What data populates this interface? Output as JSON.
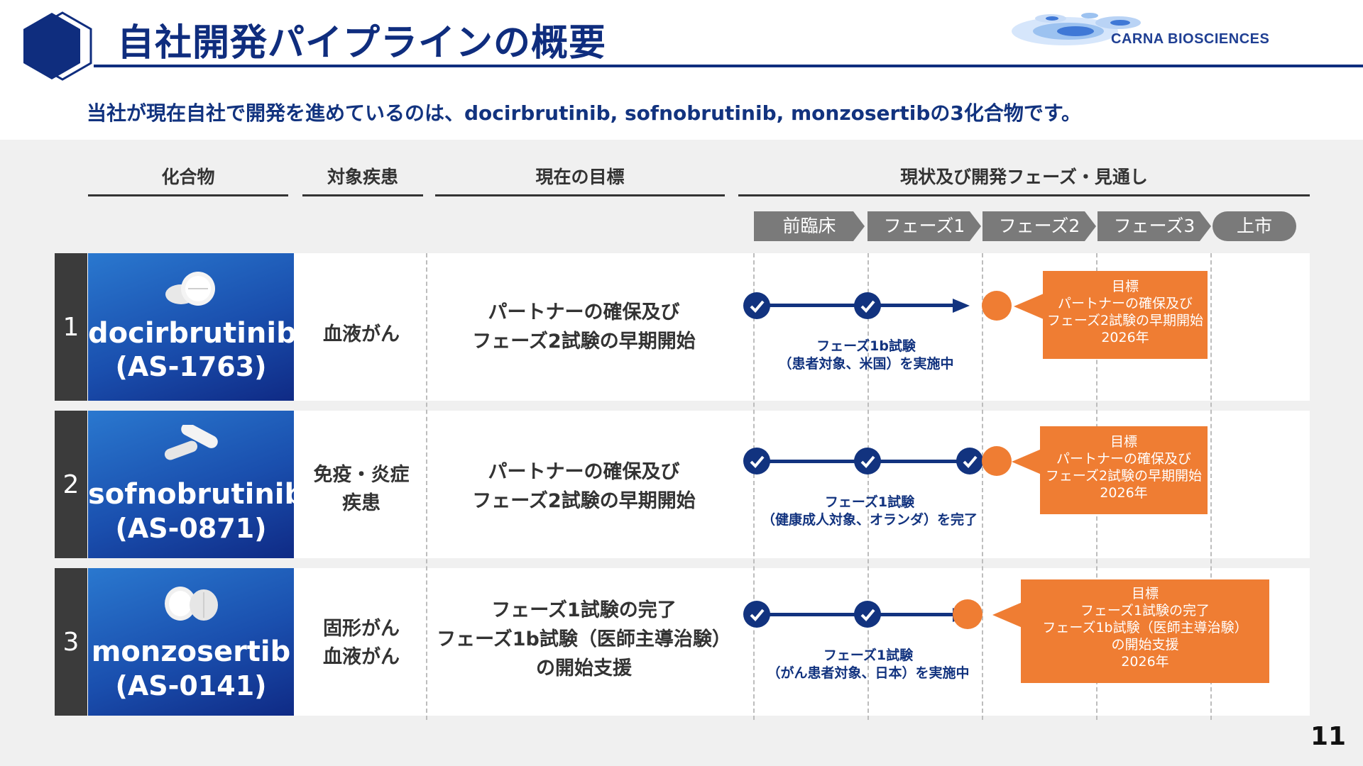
{
  "header": {
    "title": "自社開発パイプラインの概要",
    "brand": "CARNA BIOSCIENCES",
    "subtitle": "当社が現在自社で開発を進めているのは、docirbrutinib, sofnobrutinib, monzosertibの3化合物です。"
  },
  "columns": {
    "compound": "化合物",
    "disease": "対象疾患",
    "target": "現在の目標",
    "status": "現状及び開発フェーズ・見通し"
  },
  "phases": [
    "前臨床",
    "フェーズ1",
    "フェーズ2",
    "フェーズ3",
    "上市"
  ],
  "rows": [
    {
      "number": "1",
      "name": "docirbrutinib",
      "code": "(AS-1763)",
      "pill_icon": "round-tablets-icon",
      "disease": [
        "血液がん"
      ],
      "target": [
        "パートナーの確保及び",
        "フェーズ2試験の早期開始"
      ],
      "status": [
        "フェーズ1b試験",
        "（患者対象、米国）を実施中"
      ],
      "completed_phases": 2,
      "goal": [
        "目標",
        "パートナーの確保及び",
        "フェーズ2試験の早期開始",
        "2026年"
      ]
    },
    {
      "number": "2",
      "name": "sofnobrutinib",
      "code": "(AS-0871)",
      "pill_icon": "capsule-icon",
      "disease": [
        "免疫・炎症",
        "疾患"
      ],
      "target": [
        "パートナーの確保及び",
        "フェーズ2試験の早期開始"
      ],
      "status": [
        "フェーズ1試験",
        "（健康成人対象、オランダ）を完了"
      ],
      "completed_phases": 3,
      "goal": [
        "目標",
        "パートナーの確保及び",
        "フェーズ2試験の早期開始",
        "2026年"
      ]
    },
    {
      "number": "3",
      "name": "monzosertib",
      "code": "(AS-0141)",
      "pill_icon": "round-tablets-icon",
      "disease": [
        "固形がん",
        "血液がん"
      ],
      "target": [
        "フェーズ1試験の完了",
        "フェーズ1b試験（医師主導治験）",
        "の開始支援"
      ],
      "status": [
        "フェーズ1試験",
        "（がん患者対象、日本）を実施中"
      ],
      "completed_phases": 2,
      "goal": [
        "目標",
        "フェーズ1試験の完了",
        "フェーズ1b試験（医師主導治験）",
        "の開始支援",
        "2026年"
      ]
    }
  ],
  "colors": {
    "navy": "#12337f",
    "orange": "#ef7d33",
    "gray": "#7a7a7a"
  },
  "page_number": "11"
}
